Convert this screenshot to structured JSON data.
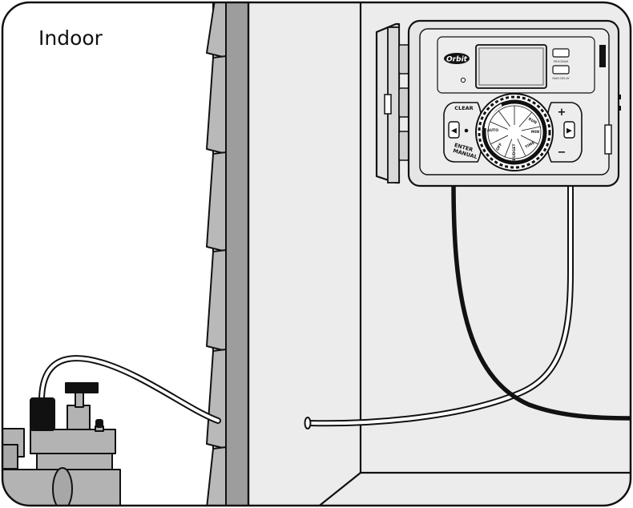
{
  "scene": {
    "title": "Indoor"
  },
  "controller": {
    "brand": "Orbit",
    "program_label": "PROGRAM",
    "rain_delay_label": "RAIN DELAY",
    "clear_label": "CLEAR",
    "enter_label": "ENTER",
    "manual_label": "MANUAL",
    "plus_label": "+",
    "minus_label": "−",
    "left_arrow": "◀",
    "right_arrow": "▶",
    "dial": {
      "auto": "AUTO",
      "off": "OFF",
      "budget": "BUDGET",
      "right_top": "RUN",
      "right_mid": "MIN",
      "right_bottom": "TIME"
    }
  },
  "colors": {
    "line": "#111111",
    "wall_gray": "#e9e9e9",
    "wall_dark": "#9a9a9a",
    "valve_gray": "#b3b3b3",
    "box_gray": "#e6e6e6",
    "black": "#111111",
    "white": "#ffffff"
  }
}
